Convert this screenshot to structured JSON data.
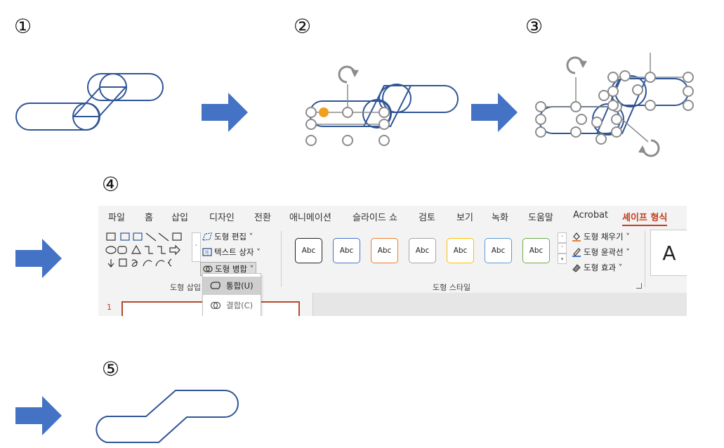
{
  "steps": [
    "①",
    "②",
    "③",
    "④",
    "⑤"
  ],
  "colors": {
    "shape_stroke": "#2f5597",
    "arrow_fill": "#4472c4",
    "handle_stroke": "#8c8c8c",
    "handle_active": "#f0a020",
    "accent": "#c43e1c"
  },
  "icons": [
    "rotate-icon",
    "right-arrow-icon",
    "union-icon",
    "combine-icon"
  ],
  "ribbon": {
    "tabs": [
      "파일",
      "홈",
      "삽입",
      "디자인",
      "전환",
      "애니메이션",
      "슬라이드 쇼",
      "검토",
      "보기",
      "녹화",
      "도움말",
      "Acrobat",
      "셰이프 형식"
    ],
    "active_tab": "셰이프 형식",
    "insert_group": {
      "title": "도형 삽입",
      "edit_shape": "도형 편집 ˅",
      "text_box": "텍스트 상자 ˅",
      "merge_shapes": "도형 병합 ˅"
    },
    "style_group": {
      "title": "도형 스타일",
      "preset_label": "Abc",
      "preset_colors": [
        "#222222",
        "#4472c4",
        "#ed7d31",
        "#a5a5a5",
        "#ffc000",
        "#5b9bd5",
        "#70ad47"
      ],
      "fill": "도형 채우기 ˅",
      "outline": "도형 윤곽선 ˅",
      "effects": "도형 효과 ˅"
    },
    "wordart_label": "A",
    "merge_menu": [
      {
        "label": "통합(U)",
        "icon": "union-icon",
        "selected": true
      },
      {
        "label": "결합(C)",
        "icon": "combine-icon",
        "selected": false
      }
    ],
    "slide_number": "1"
  }
}
